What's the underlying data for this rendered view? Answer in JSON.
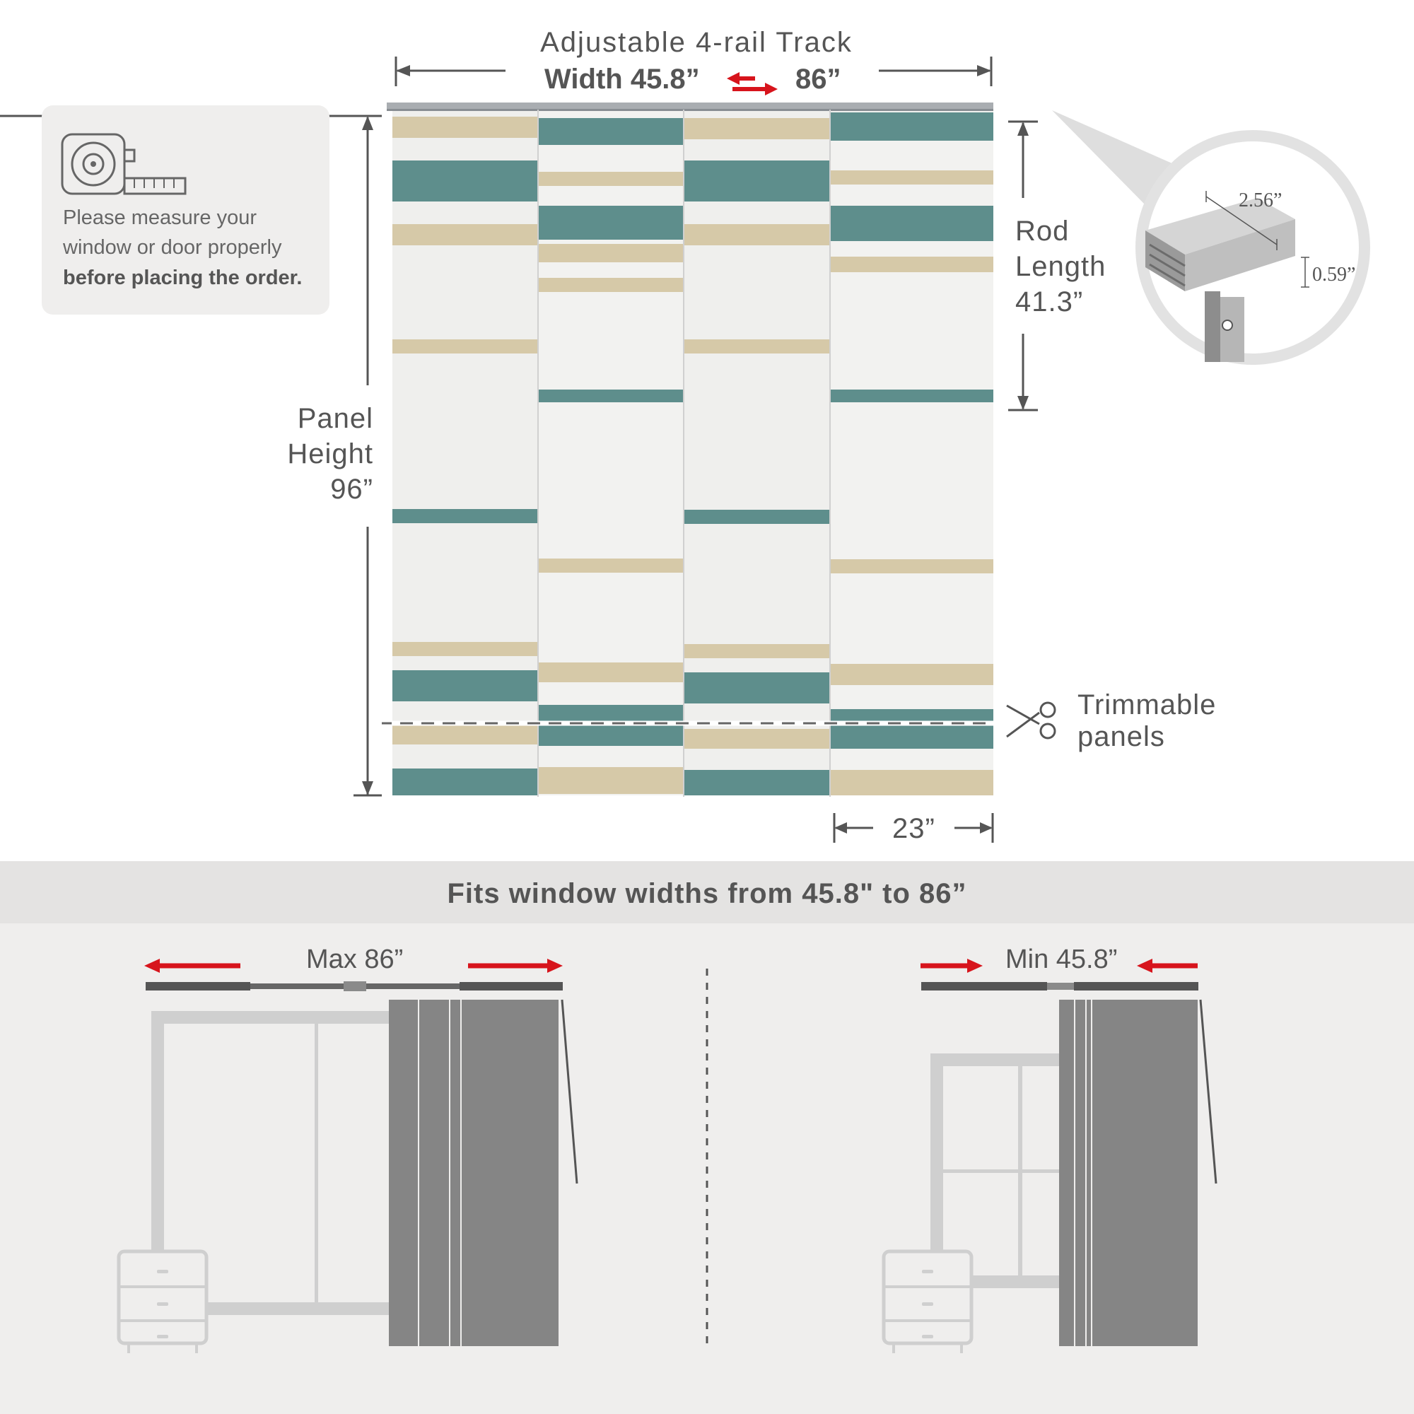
{
  "header": {
    "title_line1": "Adjustable 4-rail Track",
    "width_label": "Width 45.8”",
    "width_max": "86”"
  },
  "info_box": {
    "icon": "tape-measure-icon",
    "line1": "Please measure your",
    "line2": "window or door properly",
    "line3_bold": "before placing the order."
  },
  "dimensions": {
    "panel_height_line1": "Panel",
    "panel_height_line2": "Height",
    "panel_height_value": "96”",
    "rod_length_line1": "Rod",
    "rod_length_line2": "Length",
    "rod_length_value": "41.3”",
    "panel_width": "23”",
    "track_depth": "2.56”",
    "track_height": "0.59”"
  },
  "trim": {
    "icon": "scissors-icon",
    "line1": "Trimmable",
    "line2": "panels"
  },
  "fits": {
    "text": "Fits window widths from 45.8\" to 86”"
  },
  "scenarios": {
    "max_label": "Max 86”",
    "min_label": "Min 45.8”"
  },
  "colors": {
    "teal": "#5e8e8c",
    "tan": "#d6c9a8",
    "panel_white": "#f2f2f0",
    "arrow_red": "#d7141c",
    "grey_panel": "#858585",
    "frame_grey": "#cfcfcf"
  }
}
